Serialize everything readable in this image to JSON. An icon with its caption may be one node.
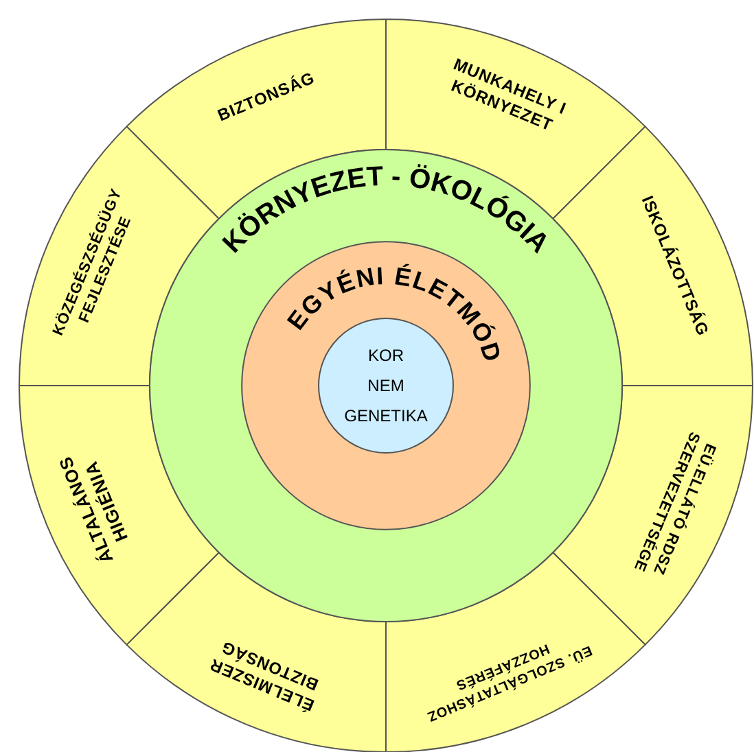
{
  "diagram": {
    "nodes": [
      {
        "text": [
          "KÖRNYEZET - ÖKOLÓGIA"
        ]
      },
      {
        "text": [
          "EGYÉNI ÉLETMÓD"
        ],
        "in": 0
      },
      {
        "text": [
          "KOR NEM GENETIKA"
        ],
        "in": 1
      },
      {
        "text": [
          "BIZTONSÁG"
        ]
      },
      {
        "text": [
          "MUNKAHELY I KÖRNYEZET"
        ]
      },
      {
        "text": [
          "ISKOLÁZOTTSÁG"
        ]
      },
      {
        "text": [
          "EÜ.ELLÁTÓ RDSZ SZERVEZETTSÉGE"
        ]
      },
      {
        "text": [
          "EÜ. SZOLGÁLTATÁSHOZ HOZZÁFÉRÉS"
        ]
      },
      {
        "text": [
          "ÉLELMISZER BIZTONSÁG"
        ]
      },
      {
        "text": [
          "ÁLTALÁNOS HIGIÉNIA"
        ]
      },
      {
        "text": [
          "KÖZEGÉSZSÉGÜGY FEJLESZTÉSE"
        ]
      }
    ]
  }
}
